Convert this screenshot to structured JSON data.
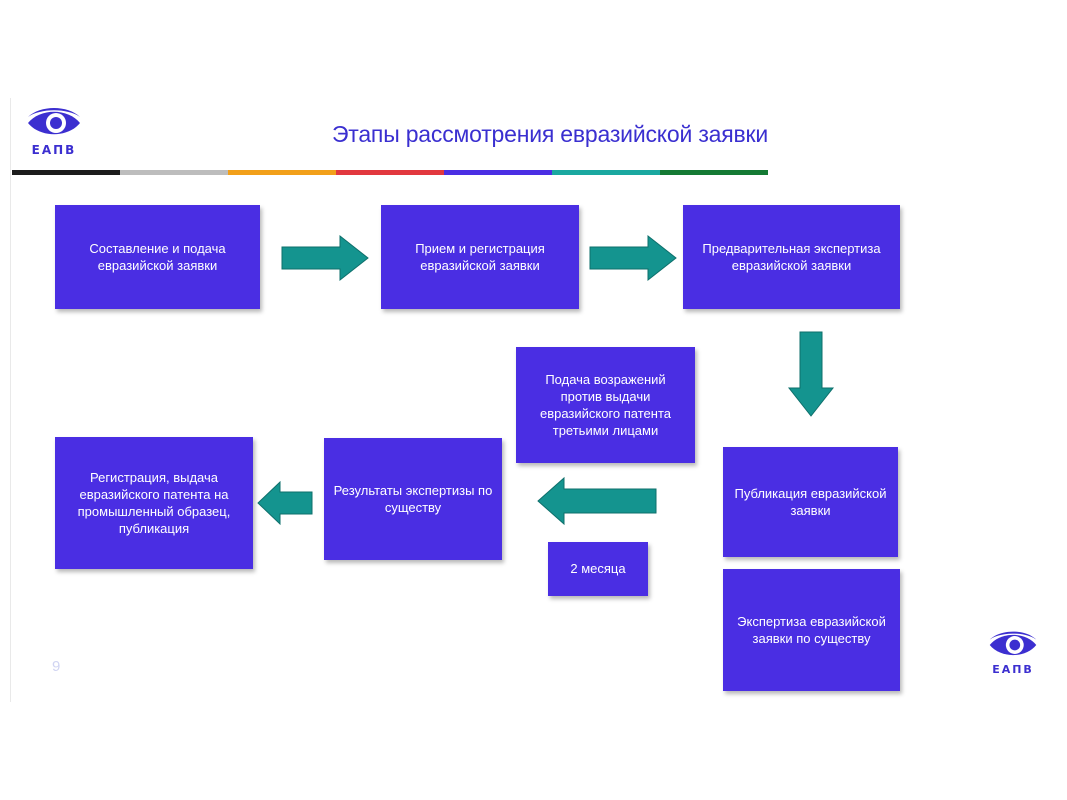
{
  "title": "Этапы рассмотрения евразийской заявки",
  "logo_text": "EAПВ",
  "page_number": "9",
  "colors": {
    "box_fill": "#4a2ee3",
    "arrow_fill": "#14948f",
    "title_text": "#3a2fd0",
    "bar_segments": [
      "#1c1c1c",
      "#bdbdbd",
      "#f2a01a",
      "#e2383e",
      "#4a2ee3",
      "#1aa8a0",
      "#147a34"
    ]
  },
  "steps": {
    "submission": "Составление и подача евразийской заявки",
    "registration": "Прием и регистрация евразийской заявки",
    "preliminary": "Предварительная экспертиза евразийской заявки",
    "publication": "Публикация евразийской заявки",
    "substantive": "Экспертиза евразийской заявки по существу",
    "results": "Результаты экспертизы по существу",
    "grant": "Регистрация, выдача евразийского патента на промышленный образец, публикация",
    "objection": "Подача возражений против выдачи евразийского патента третьими лицами",
    "period": "2 месяца"
  }
}
